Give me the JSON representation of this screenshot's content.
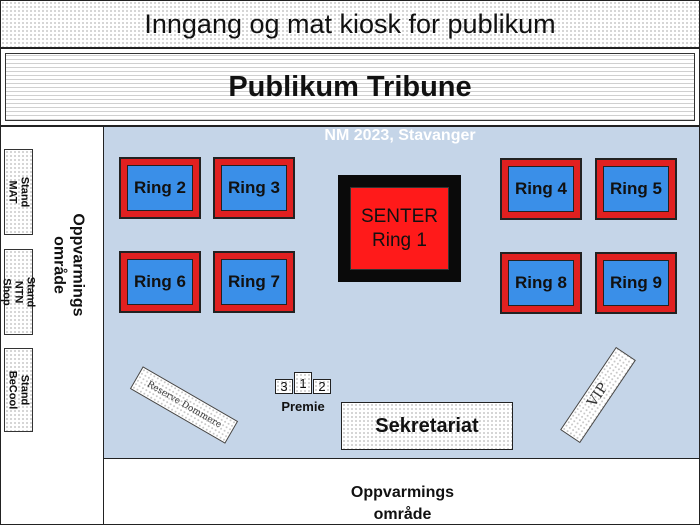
{
  "entrance": {
    "label": "Inngang og mat kiosk for publikum"
  },
  "grandstand": {
    "label": "Publikum Tribune"
  },
  "hall": {
    "title": "NM 2023, Stavanger"
  },
  "stands": [
    {
      "label": "Stand MAT"
    },
    {
      "label": "Stand NTN Shop"
    },
    {
      "label": "Stand BeCool"
    }
  ],
  "warmup_left": {
    "line1": "Oppvarmings",
    "line2": "område"
  },
  "warmup_bottom": {
    "line1": "Oppvarmings",
    "line2": "område"
  },
  "rings": [
    {
      "label": "Ring 2"
    },
    {
      "label": "Ring 3"
    },
    {
      "label": "Ring 4"
    },
    {
      "label": "Ring 5"
    },
    {
      "label": "Ring 6"
    },
    {
      "label": "Ring 7"
    },
    {
      "label": "Ring 8"
    },
    {
      "label": "Ring 9"
    }
  ],
  "center_ring": {
    "line1": "SENTER",
    "line2": "Ring 1"
  },
  "podium": {
    "third": "3",
    "first": "1",
    "second": "2",
    "label": "Premie"
  },
  "secretariat": {
    "label": "Sekretariat"
  },
  "reserve": {
    "label": "Reserve Dommere"
  },
  "vip": {
    "label": "VIP"
  },
  "colors": {
    "floor": "#c5d5e8",
    "ring_border": "#e02020",
    "ring_mat": "#3a8fe8",
    "center_ring": "#ff1a1a"
  }
}
